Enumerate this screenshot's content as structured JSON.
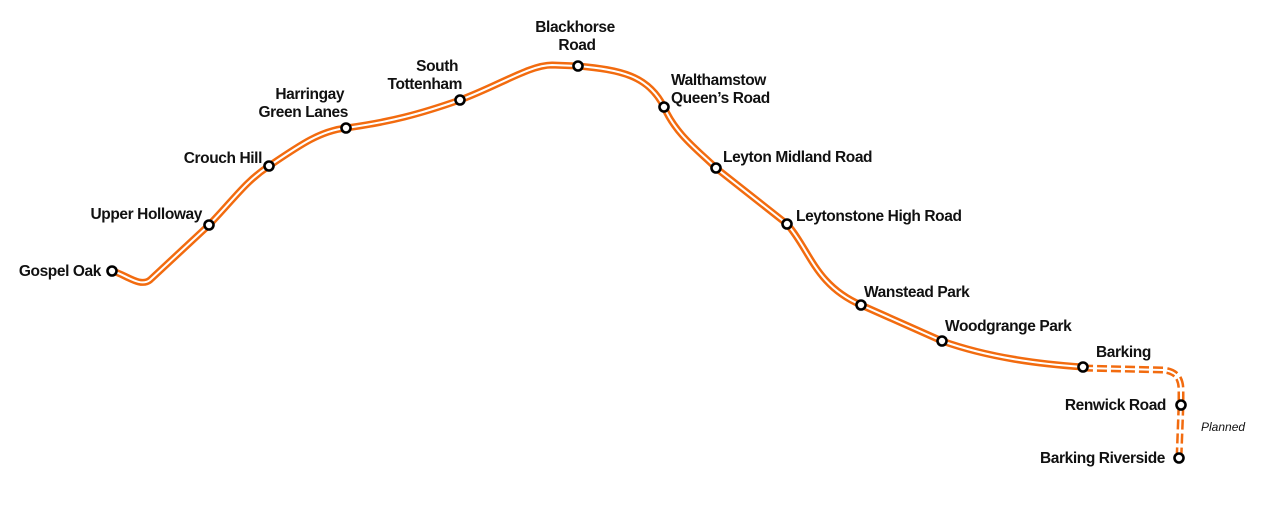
{
  "line": {
    "color": "#f26b0f",
    "inner_color": "#ffffff"
  },
  "stations": {
    "gospel_oak": "Gospel Oak",
    "upper_holloway": "Upper Holloway",
    "crouch_hill": "Crouch Hill",
    "harringay": [
      "Harringay",
      "Green Lanes"
    ],
    "south_tottenham": [
      "South",
      "Tottenham"
    ],
    "blackhorse_road": [
      "Blackhorse",
      "Road"
    ],
    "walthamstow": [
      "Walthamstow",
      "Queen’s Road"
    ],
    "leyton_midland": "Leyton Midland Road",
    "leytonstone": "Leytonstone High Road",
    "wanstead_park": "Wanstead Park",
    "woodgrange_park": "Woodgrange Park",
    "barking": "Barking",
    "renwick_road": "Renwick Road",
    "barking_riverside": "Barking Riverside"
  },
  "planned_note": "Planned"
}
